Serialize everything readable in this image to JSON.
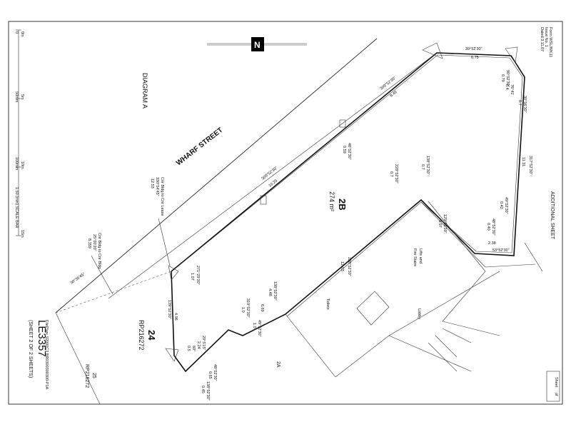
{
  "sheet": {
    "form_line1": "Form WSL/WK11",
    "form_line2": "Issue No. 1",
    "form_line3": "Dated 3.11.07",
    "additional_sheet": "ADDITIONAL SHEET",
    "sheet_label": "Sheet",
    "of_label": "of"
  },
  "plan": {
    "number": "LE3357",
    "sheet_of": "(SHEET 2 OF 2 SHEETS)",
    "file_ref": "FilePlan: 92000C3 BR0300300300-P1A",
    "diagram": "DIAGRAM A",
    "street": "WHARF   STREET",
    "north": "N"
  },
  "scale_bar": {
    "label": "1:50 (mm) SCALE BAR",
    "ticks": [
      {
        "top": "0m",
        "bottom": "0"
      },
      {
        "top": "5m",
        "bottom": "50mm"
      },
      {
        "top": "10m",
        "bottom": "100mm"
      },
      {
        "top": "15m",
        "bottom": "150mm"
      }
    ]
  },
  "lots": {
    "lot_2b": "2B",
    "lot_2b_area": "274 m²",
    "lot_24": "24",
    "lot_24_plan": "RP216272",
    "lot_25": "25",
    "lot_25_plan": "RP216272",
    "lot_2a": "2A"
  },
  "rooms": {
    "lifts": "Lifts and",
    "fire_stairs": "Fire Stairs",
    "toilets": "Toilets",
    "lobby": "Lobby"
  },
  "connection": {
    "line1": "Cnr Bldg to Cnr Lease",
    "line2": "330°54'45\"",
    "line3": "12.53"
  },
  "connection2": {
    "line1": "Cnr Bldg to Cnr Bldg",
    "line2": "25°00'20\"",
    "line3": "8.359"
  },
  "bearings": {
    "b_top": "39°52'30\"",
    "b_top_d": "6.75",
    "b_front": "309°52'30\"",
    "b_front_d": "8.49",
    "b_front2": "309°52'30\"",
    "b_front2_d": "10.25",
    "b_step1": "48°52'30\"",
    "b_step1_d": "0.59",
    "b_step2": "138°52'30\"",
    "b_step2_d": "0.7",
    "b_step3": "228°52'30\"",
    "b_step3_d": "0.7",
    "b_right1": "317°52'30\"",
    "b_right1_d": "11.31",
    "b_right2": "49°52'30\"",
    "b_right2_d": "0.42",
    "b_right3": "48°52'30\"",
    "b_right3_d": "0.40",
    "b_diag": "53°52'30\"",
    "b_diag_d": "2.38",
    "b_corner": "129°52'30\"",
    "b_corner_d": "8.97",
    "b_corner2": "90°52'30\"",
    "b_corner2_d": "0.79",
    "b_c3": "76°41'",
    "b_c3_d": "0.4",
    "b_c4": "30°56'30\"",
    "b_c4_d": "0.7",
    "b_inner": "228°52'30\"",
    "b_inner_d": "12.03",
    "b_inner2": "138°52'30\"",
    "b_inner2_d": "4.48",
    "b_inner3": "228°52'30\"",
    "b_inner3_d": "6.69",
    "b_inner4": "319°52'30\"",
    "b_inner4_d": "1.0",
    "b_inner5": "49°52'30\"",
    "b_inner5_d": "1.0",
    "b_bot1": "48°52'30\"",
    "b_bot1_d": "0.65",
    "b_bot2": "138°52'30\"",
    "b_bot2_d": "0.45",
    "b_bot3": "60°",
    "b_bot3_d": "0.5",
    "b_bot4": "29°5'15\"",
    "b_bot4_d": "2.24",
    "b_left": "139°52'30\"",
    "b_left_d": "4.96",
    "b_left2": "271°29'30\"",
    "b_left2_d": "1.07",
    "b_far": "30°35'45\""
  }
}
